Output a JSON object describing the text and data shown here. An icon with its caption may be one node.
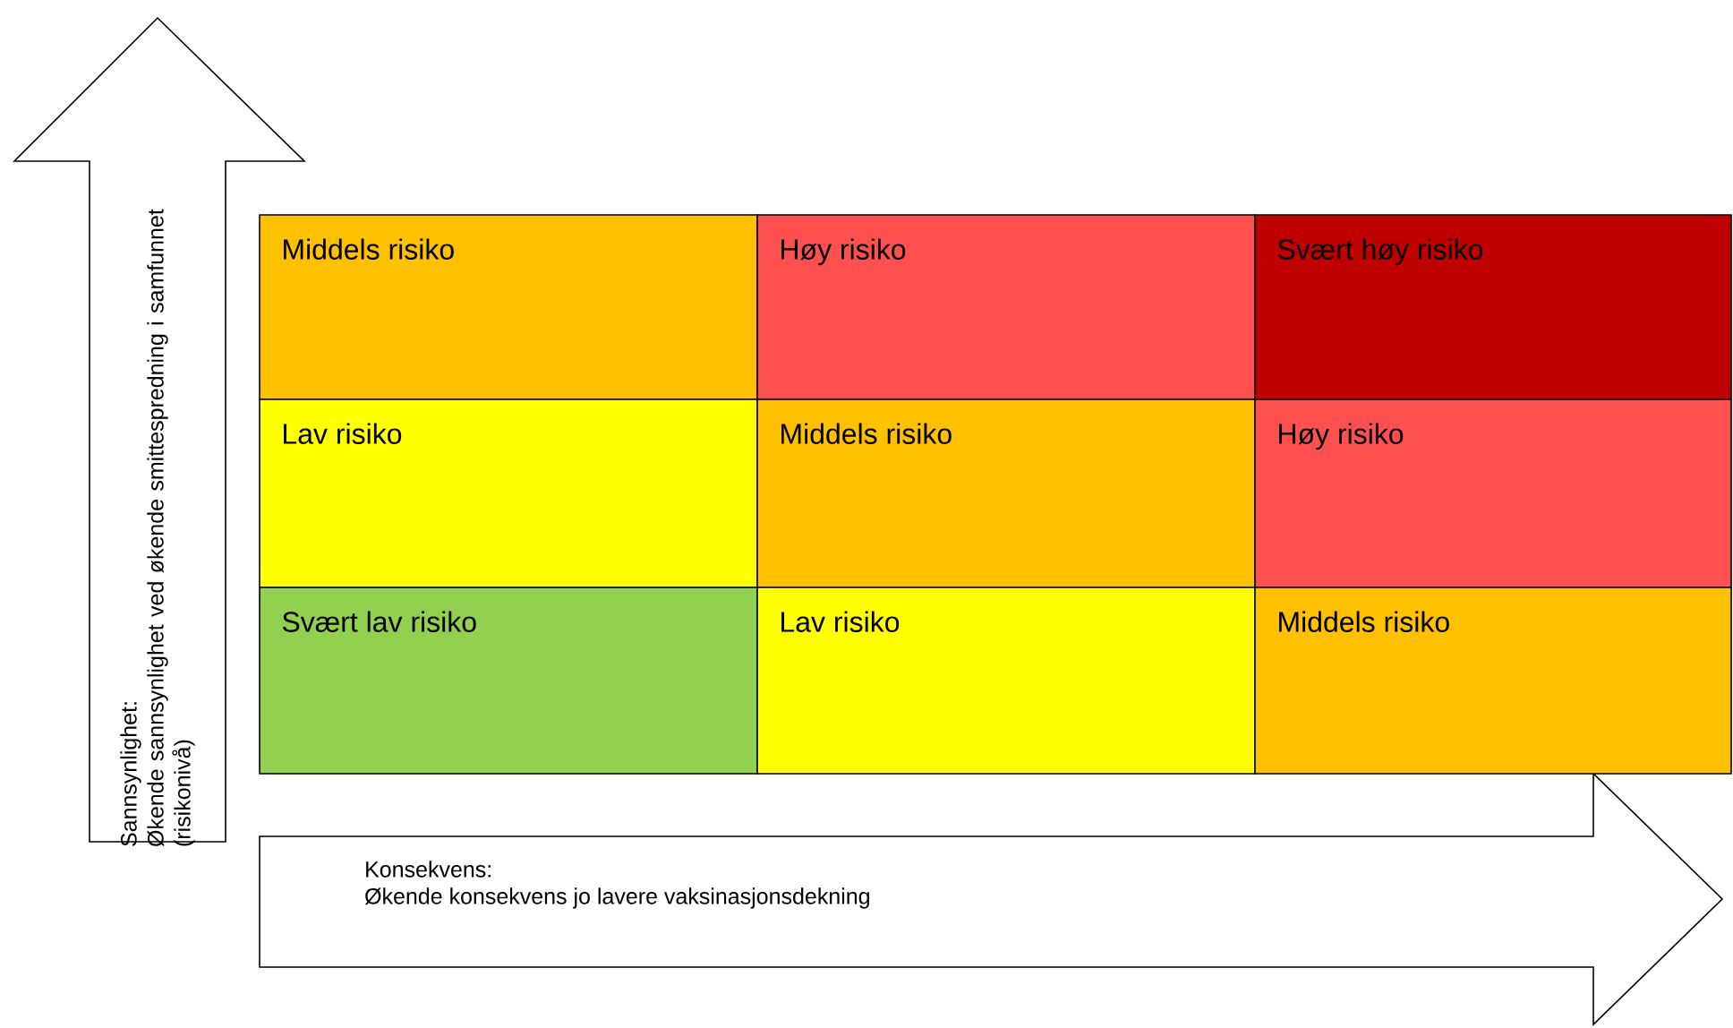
{
  "diagram": {
    "nodes": [
      {
        "text": [
          "Sannsynlighet:",
          "Økende sannsynlighet ved økende smittespredning i samfunnet (risikonivå)"
        ]
      },
      {
        "text": [
          "Middels risiko"
        ]
      },
      {
        "text": [
          "Høy risiko"
        ]
      },
      {
        "text": [
          "Svært høy risiko"
        ]
      },
      {
        "text": [
          "Lav risiko"
        ]
      },
      {
        "text": [
          "Middels risiko"
        ]
      },
      {
        "text": [
          "Høy risiko"
        ]
      },
      {
        "text": [
          "Svært lav risiko"
        ]
      },
      {
        "text": [
          "Lav risiko"
        ]
      },
      {
        "text": [
          "Middels risiko"
        ]
      },
      {
        "text": [
          "Konsekvens:",
          "Økende konsekvens jo lavere vaksinasjonsdekning"
        ]
      }
    ]
  }
}
